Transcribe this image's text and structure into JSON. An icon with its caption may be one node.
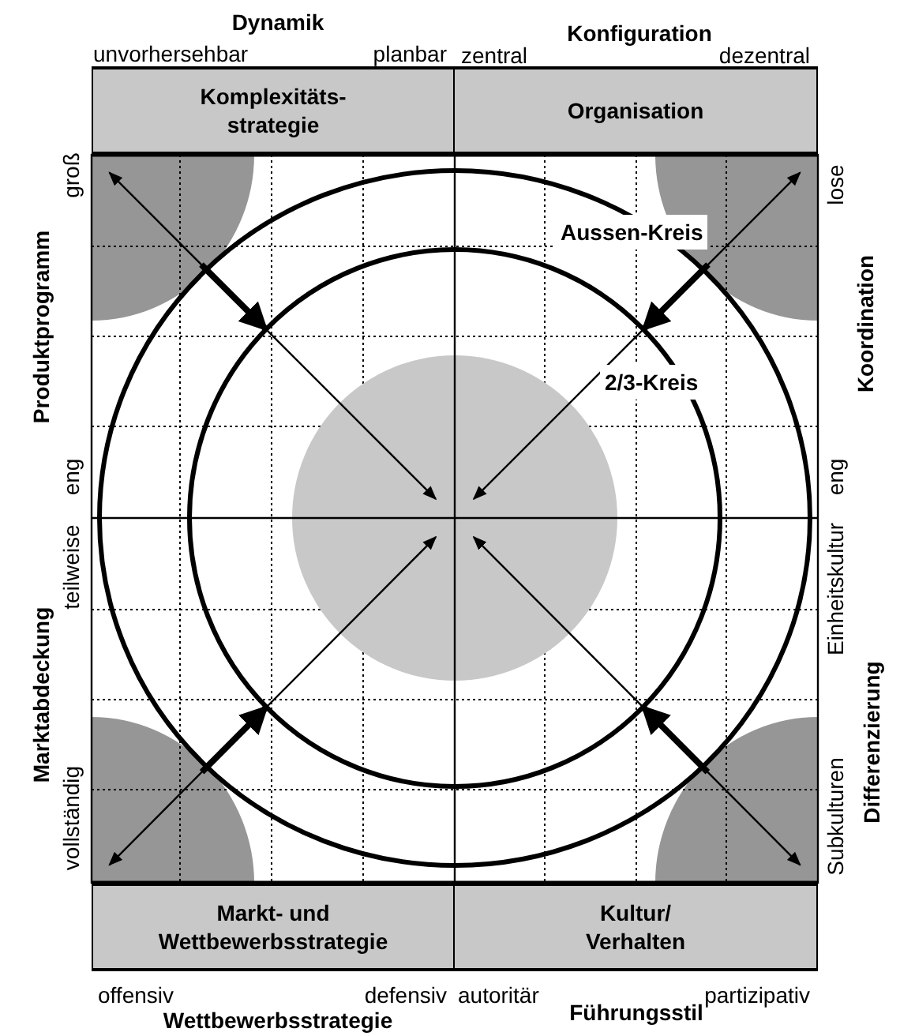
{
  "diagram": {
    "nodes": [
      {
        "text": [
          "Komplexitäts- strategie"
        ]
      },
      {
        "text": [
          "Organisation"
        ]
      },
      {
        "text": [
          "Markt- und Wettbewerbsstrategie"
        ]
      },
      {
        "text": [
          "Kultur/ Verhalten"
        ]
      },
      {
        "text": [
          "Aussen-Kreis"
        ]
      },
      {
        "text": [
          "2/3-Kreis"
        ],
        "in": 4
      },
      {
        "text": [],
        "shape": "circle",
        "in": 5
      },
      {
        "text": [],
        "shape": "circle"
      },
      {
        "text": [],
        "shape": "circle"
      },
      {
        "text": [],
        "shape": "circle"
      },
      {
        "text": [],
        "shape": "circle"
      }
    ],
    "edges": [
      {
        "from": 7,
        "to": 6,
        "arrow": "both"
      },
      {
        "from": 8,
        "to": 6,
        "arrow": "both"
      },
      {
        "from": 9,
        "to": 6,
        "arrow": "both"
      },
      {
        "from": 10,
        "to": 6,
        "arrow": "both"
      },
      {
        "from": 7,
        "to": 5,
        "arrow": "to",
        "style": "thick"
      },
      {
        "from": 8,
        "to": 5,
        "arrow": "to",
        "style": "thick"
      },
      {
        "from": 9,
        "to": 5,
        "arrow": "to",
        "style": "thick"
      },
      {
        "from": 10,
        "to": 5,
        "arrow": "to",
        "style": "thick"
      }
    ],
    "labels": [
      "Dynamik",
      "Konfiguration",
      "unvorhersehbar",
      "planbar",
      "zentral",
      "dezentral",
      "groß",
      "Produktprogramm",
      "lose",
      "Koordination",
      "eng",
      "eng",
      "teilweise",
      "Einheitskultur",
      "Marktabdeckung",
      "Differenzierung",
      "vollständig",
      "Subkulturen",
      "offensiv",
      "defensiv",
      "autoritär",
      "partizipativ",
      "Wettbewerbsstrategie",
      "Führungsstil"
    ]
  }
}
